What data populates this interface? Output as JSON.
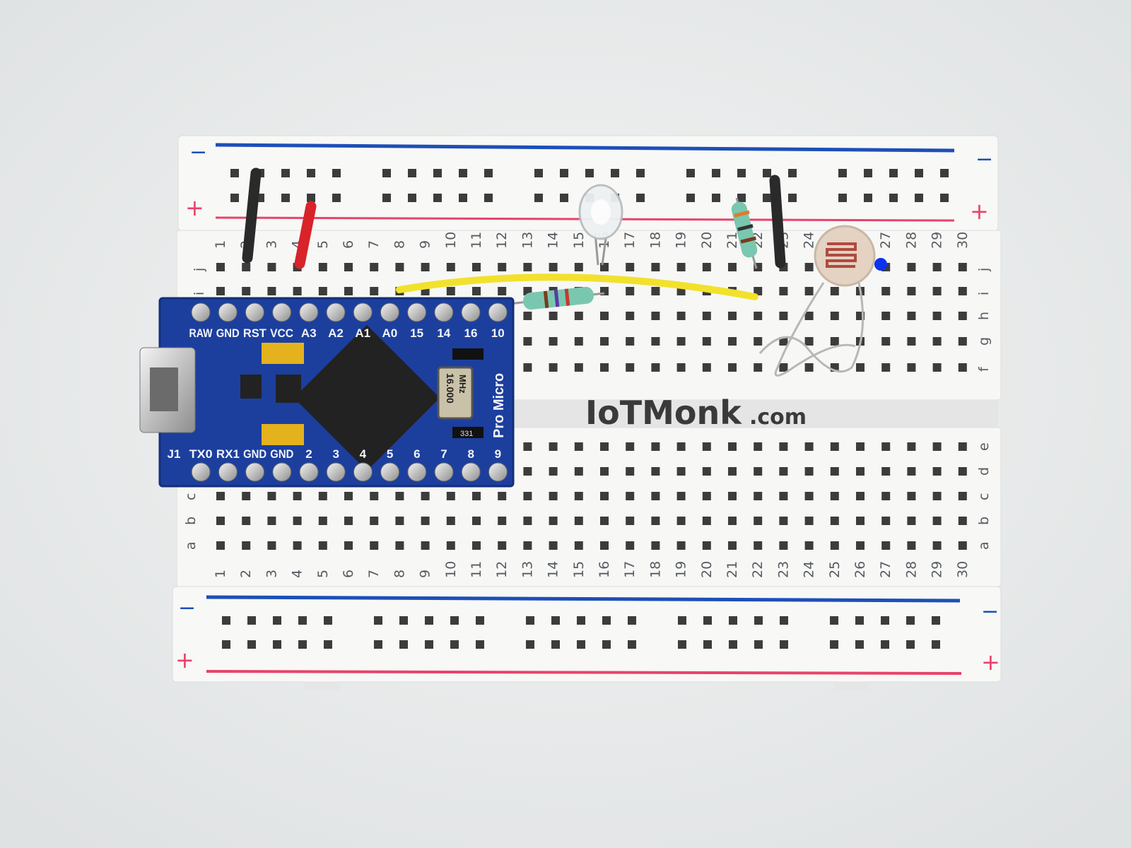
{
  "breadboard": {
    "columns": [
      "1",
      "2",
      "3",
      "4",
      "5",
      "6",
      "7",
      "8",
      "9",
      "10",
      "11",
      "12",
      "13",
      "14",
      "15",
      "16",
      "17",
      "18",
      "19",
      "20",
      "21",
      "22",
      "23",
      "24",
      "25",
      "26",
      "27",
      "28",
      "29",
      "30"
    ],
    "top_rows": [
      "j",
      "i",
      "h",
      "g",
      "f"
    ],
    "bottom_rows": [
      "e",
      "d",
      "c",
      "b",
      "a"
    ],
    "rail_minus": "−",
    "rail_plus": "+",
    "colors": {
      "body": "#f7f7f5",
      "hole": "#3c3c3c",
      "rail_blue": "#1d4fb8",
      "rail_red": "#e8436a"
    }
  },
  "pro_micro": {
    "top_pins": [
      "RAW",
      "GND",
      "RST",
      "VCC",
      "A3",
      "A2",
      "A1",
      "A0",
      "15",
      "14",
      "16",
      "10"
    ],
    "bottom_pins": [
      "J1",
      "TX0",
      "RX1",
      "GND",
      "GND",
      "2",
      "3",
      "4",
      "5",
      "6",
      "7",
      "8",
      "9"
    ],
    "name": "Pro Micro",
    "crystal": "16.000",
    "crystal_unit": "MHz",
    "resistor_code": "331",
    "color": "#1c3f9e"
  },
  "watermark": {
    "brand": "IoTMonk",
    "suffix": ".com"
  },
  "components": {
    "wires": [
      {
        "color": "#2a2a2a"
      },
      {
        "color": "#d8232a"
      },
      {
        "color": "#2a2a2a"
      },
      {
        "color": "#f2e12c"
      }
    ],
    "led": "clear-led",
    "resistors": 2,
    "sensor": "photoresistor"
  }
}
